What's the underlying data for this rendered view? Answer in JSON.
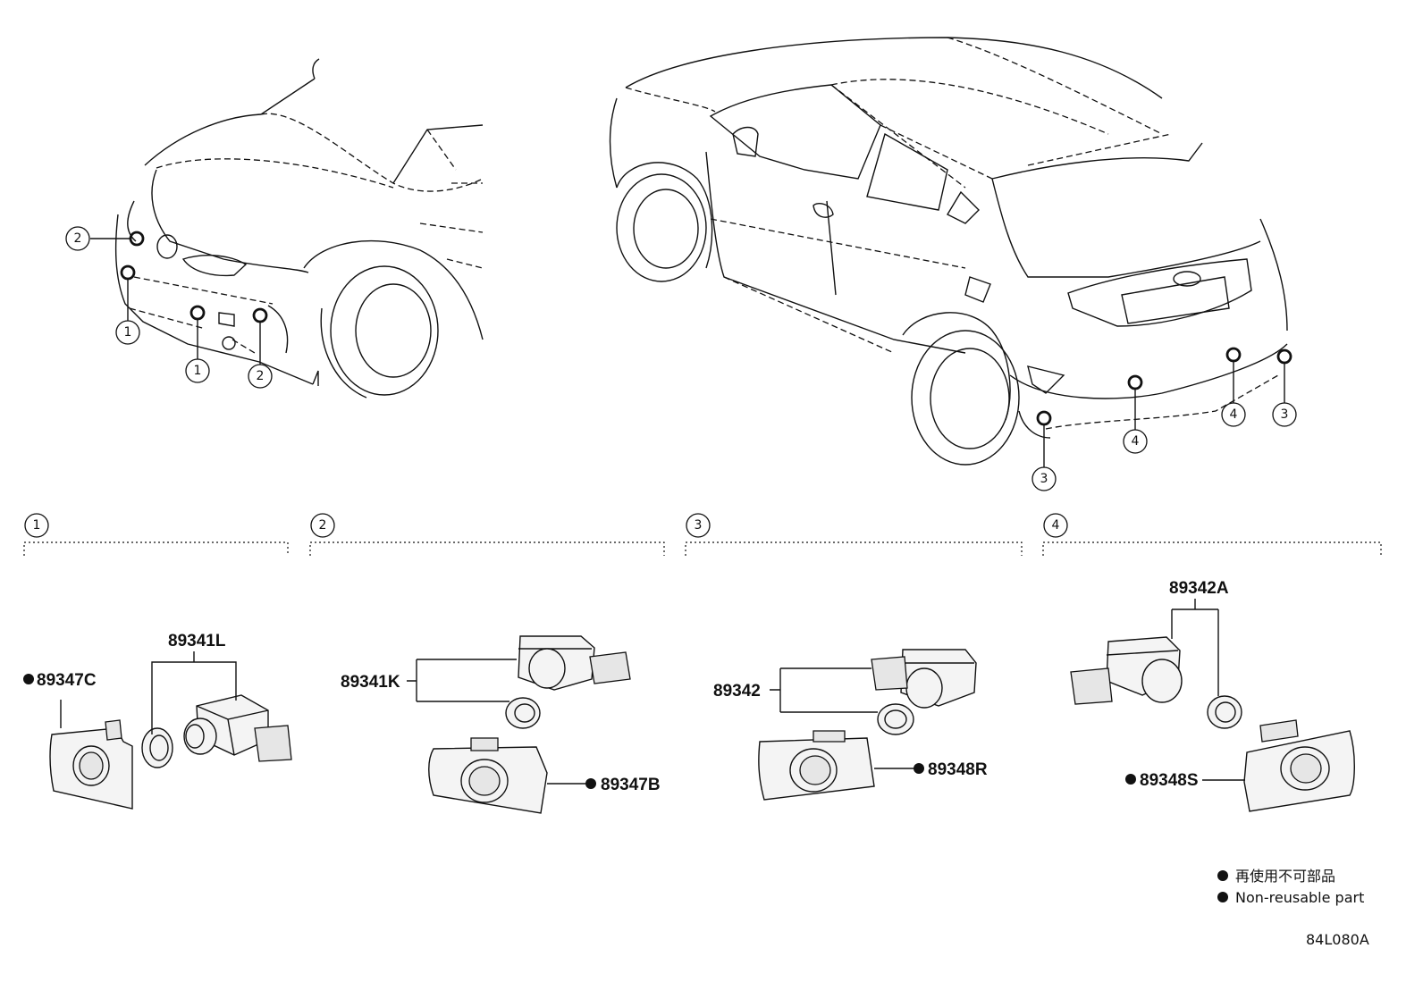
{
  "callouts": [
    "1",
    "2",
    "3",
    "4"
  ],
  "parts": {
    "p1_holder": "89347C",
    "p1_sensor": "89341L",
    "p2_sensor": "89341K",
    "p2_holder": "89347B",
    "p3_sensor": "89342",
    "p3_holder": "89348R",
    "p4_sensor": "89342A",
    "p4_holder": "89348S"
  },
  "legend": {
    "japanese": "再使用不可部品",
    "english": "Non-reusable part"
  },
  "diagram_code": "84L080A"
}
